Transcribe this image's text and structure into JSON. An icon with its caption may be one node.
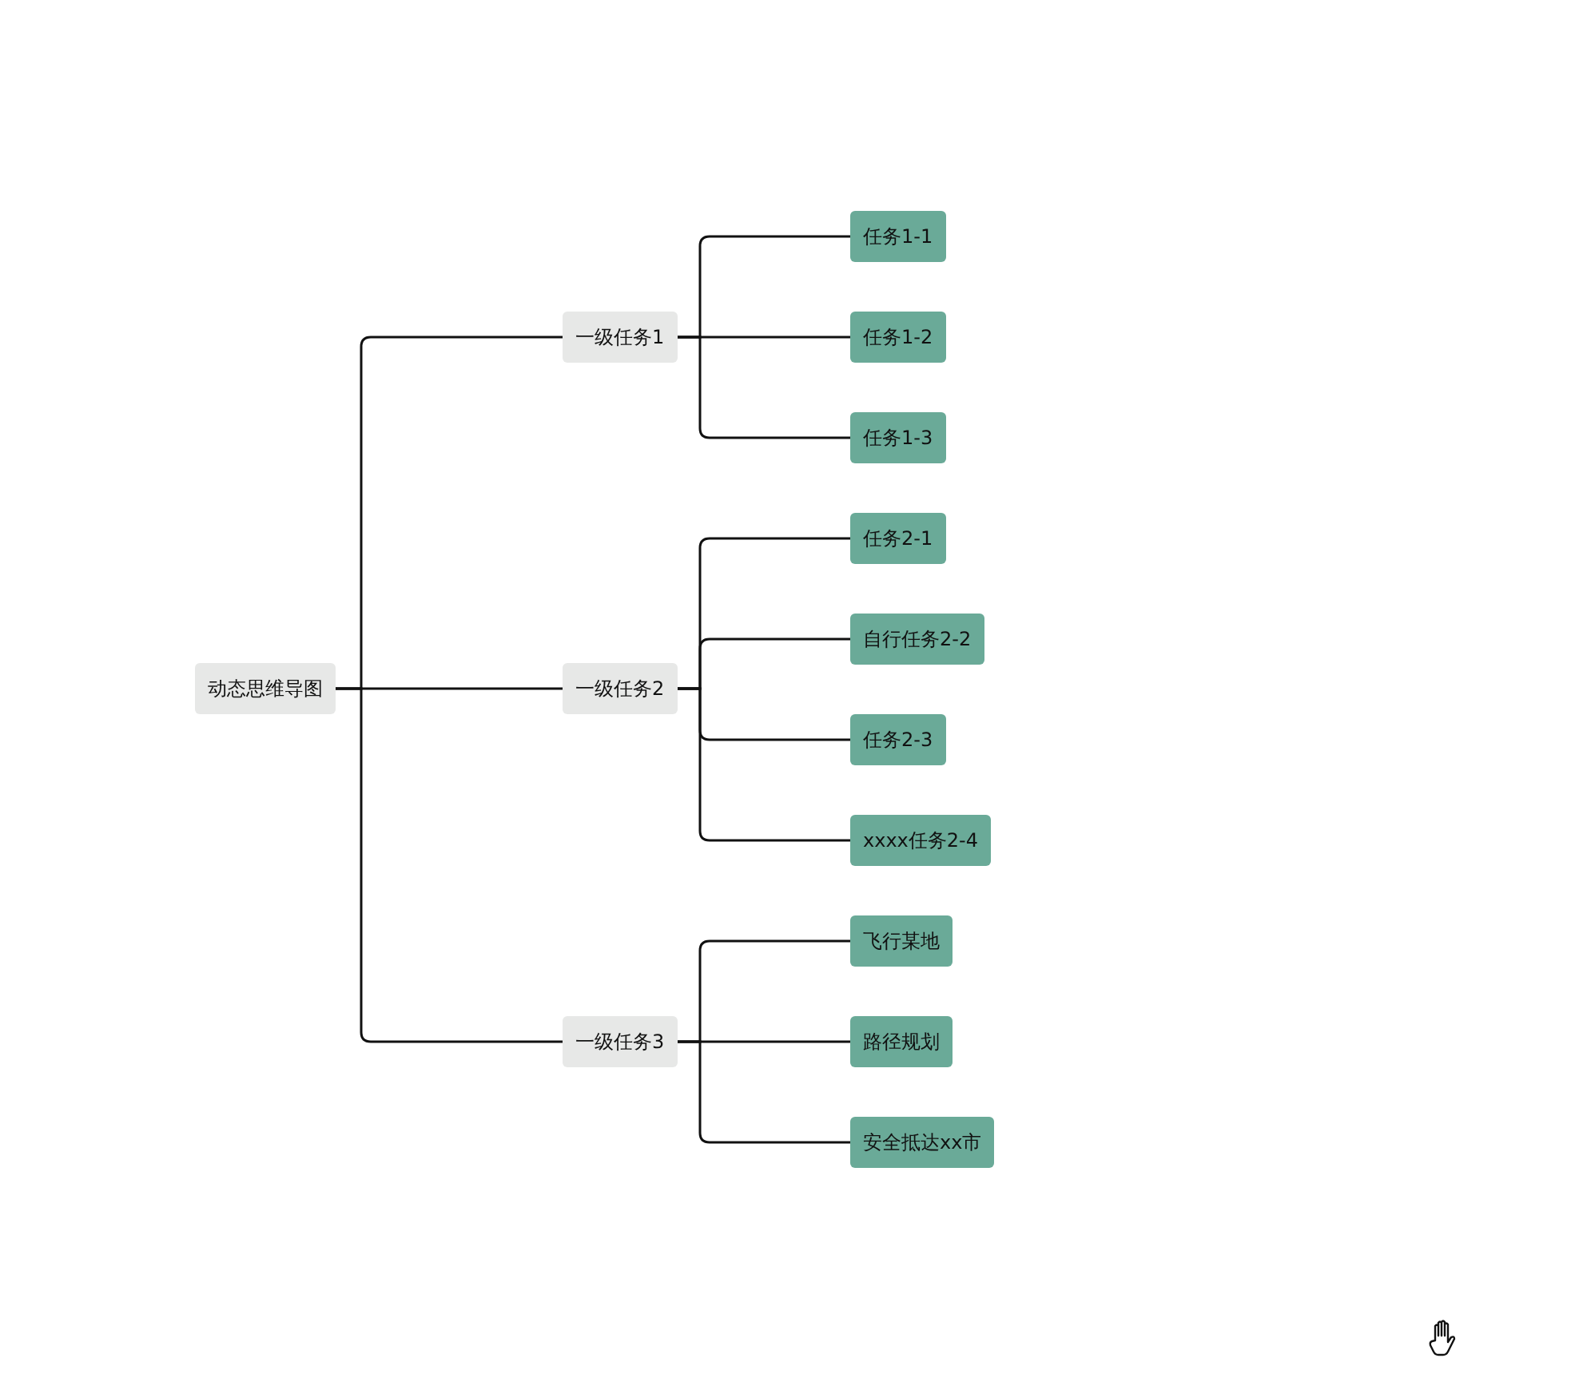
{
  "diagram": {
    "nodes": [
      {
        "text": [
          "动态思维导图"
        ]
      },
      {
        "text": [
          "一级任务1"
        ]
      },
      {
        "text": [
          "任务1-1"
        ]
      },
      {
        "text": [
          "任务1-2"
        ]
      },
      {
        "text": [
          "任务1-3"
        ]
      },
      {
        "text": [
          "一级任务2"
        ]
      },
      {
        "text": [
          "任务2-1"
        ]
      },
      {
        "text": [
          "自行任务2-2"
        ]
      },
      {
        "text": [
          "任务2-3"
        ]
      },
      {
        "text": [
          "xxxx任务2-4"
        ]
      },
      {
        "text": [
          "一级任务3"
        ]
      },
      {
        "text": [
          "飞行某地"
        ]
      },
      {
        "text": [
          "路径规划"
        ]
      },
      {
        "text": [
          "安全抵达xx市"
        ]
      }
    ],
    "edges": [
      {
        "from": 0,
        "to": 1,
        "arrow": "none"
      },
      {
        "from": 1,
        "to": 2,
        "arrow": "none"
      },
      {
        "from": 1,
        "to": 3,
        "arrow": "none"
      },
      {
        "from": 1,
        "to": 4,
        "arrow": "none"
      },
      {
        "from": 0,
        "to": 5,
        "arrow": "none"
      },
      {
        "from": 5,
        "to": 6,
        "arrow": "none"
      },
      {
        "from": 5,
        "to": 7,
        "arrow": "none"
      },
      {
        "from": 5,
        "to": 8,
        "arrow": "none"
      },
      {
        "from": 5,
        "to": 9,
        "arrow": "none"
      },
      {
        "from": 0,
        "to": 10,
        "arrow": "none"
      },
      {
        "from": 10,
        "to": 11,
        "arrow": "none"
      },
      {
        "from": 10,
        "to": 12,
        "arrow": "none"
      },
      {
        "from": 10,
        "to": 13,
        "arrow": "none"
      }
    ]
  }
}
